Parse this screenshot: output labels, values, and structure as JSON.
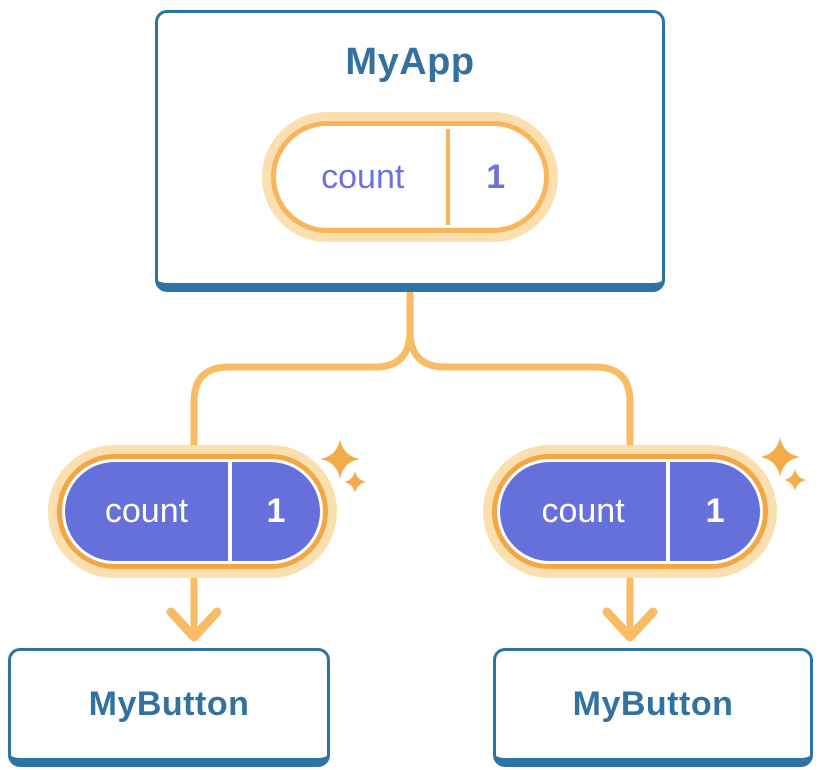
{
  "diagram": {
    "root": {
      "title": "MyApp",
      "state": {
        "name": "count",
        "value": "1"
      }
    },
    "children": [
      {
        "title": "MyButton",
        "prop": {
          "name": "count",
          "value": "1"
        }
      },
      {
        "title": "MyButton",
        "prop": {
          "name": "count",
          "value": "1"
        }
      }
    ]
  },
  "colors": {
    "card_border": "#2E73A6",
    "card_bg": "#FFFFFF",
    "heading_text": "#33719F",
    "state_text": "#6B72DB",
    "prop_pill_bg": "#6670DA",
    "ring_top": "#F8B55C",
    "ring_bottom": "#F3A644",
    "pill_glow": "#FBDFAE",
    "connector": "#F8BC64",
    "sparkle": "#F4AC4A"
  }
}
